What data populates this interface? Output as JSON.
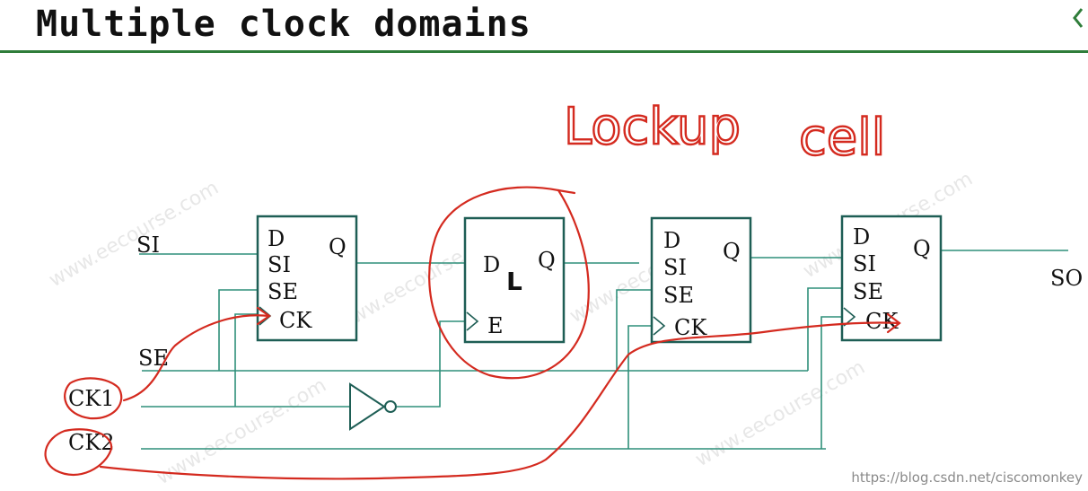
{
  "title": "Multiple clock domains",
  "annotation": {
    "lockup": "Lockup",
    "cell": "cell"
  },
  "signals": {
    "si": "SI",
    "se": "SE",
    "ck1": "CK1",
    "ck2": "CK2",
    "so": "SO"
  },
  "flipflops": [
    {
      "d": "D",
      "si": "SI",
      "se": "SE",
      "ck": "CK",
      "q": "Q"
    },
    {
      "d": "D",
      "si": "SI",
      "se": "SE",
      "ck": "CK",
      "q": "Q"
    },
    {
      "d": "D",
      "si": "SI",
      "se": "SE",
      "ck": "CK",
      "q": "Q"
    }
  ],
  "latch": {
    "d": "D",
    "q": "Q",
    "e": "E",
    "name": "L"
  },
  "watermark": "www.eecourse.com",
  "credit": "https://blog.csdn.net/ciscomonkey",
  "colors": {
    "wire": "#2f8f7a",
    "box": "#1e5e55",
    "ink": "#d42a1f",
    "rule": "#2f7d3a"
  }
}
